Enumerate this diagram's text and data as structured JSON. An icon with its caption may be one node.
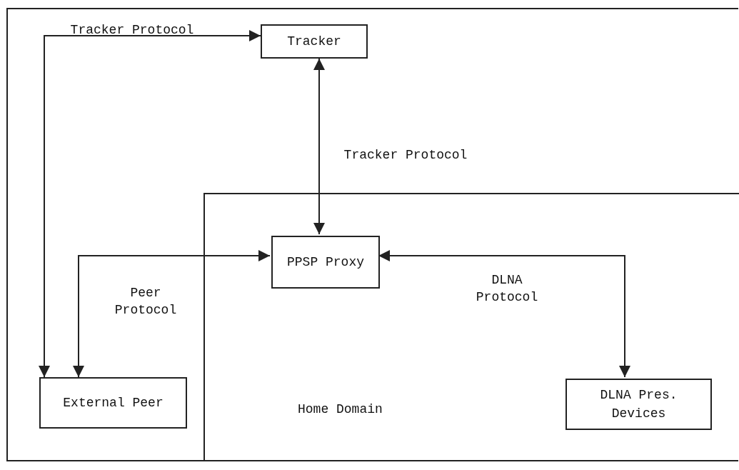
{
  "diagram": {
    "nodes": [
      {
        "text": [
          "Tracker"
        ]
      },
      {
        "text": [
          "Home Domain"
        ]
      },
      {
        "text": [
          "PPSP Proxy"
        ],
        "in": 1
      },
      {
        "text": [
          "DLNA Pres. Devices"
        ],
        "in": 1
      },
      {
        "text": [
          "External Peer"
        ]
      }
    ],
    "edges": [
      {
        "from": 4,
        "to": 0,
        "arrow": "both",
        "label": "Tracker Protocol"
      },
      {
        "from": 2,
        "to": 0,
        "arrow": "both",
        "label": "Tracker Protocol"
      },
      {
        "from": 4,
        "to": 2,
        "arrow": "both",
        "label": "Peer Protocol"
      },
      {
        "from": 2,
        "to": 3,
        "arrow": "both",
        "label": "DLNA Protocol"
      }
    ]
  }
}
